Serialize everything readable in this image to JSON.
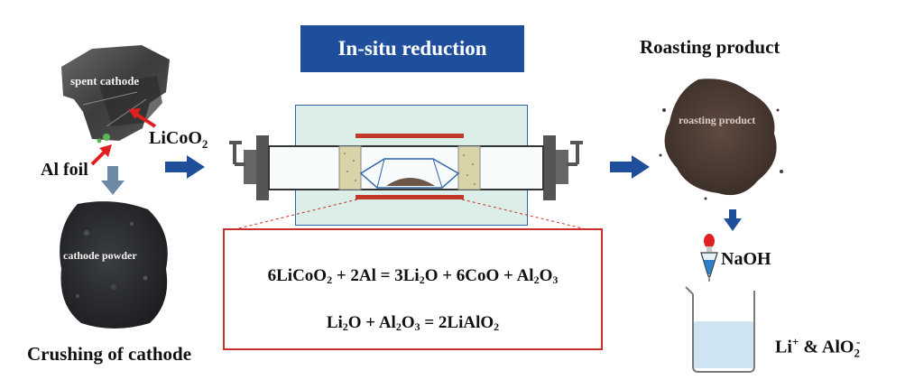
{
  "banner": {
    "title": "In-situ reduction"
  },
  "left": {
    "spent_cathode_photo_label": "spent cathode",
    "cathode_powder_photo_label": "cathode powder",
    "al_foil_label": "Al foil",
    "licoo2_label_main": "LiCoO",
    "licoo2_label_sub": "2",
    "caption": "Crushing of cathode"
  },
  "right": {
    "title": "Roasting product",
    "photo_label": "roasting product",
    "reagent": "NaOH",
    "ions_li": "Li",
    "ions_li_charge": "+",
    "ions_amp": " & AlO",
    "ions_alo_sub": "2",
    "ions_alo_charge": "-"
  },
  "reactions": {
    "eq1": {
      "p1": "6LiCoO",
      "s1": "2",
      "p2": " + 2Al = 3Li",
      "s2": "2",
      "p3": "O + 6CoO + Al",
      "s3": "2",
      "p4": "O",
      "s4": "3"
    },
    "eq2": {
      "p1": "Li",
      "s1": "2",
      "p2": "O + Al",
      "s2": "2",
      "p3": "O",
      "s3": "3",
      "p4": " = 2LiAlO",
      "s4": "2"
    }
  },
  "colors": {
    "accent_blue": "#1f4f9a",
    "arrow_blue": "#1f4f9a",
    "reaction_border": "#c9302c",
    "furnace_fill": "#dceee8",
    "liquid": "#cfe4f2"
  }
}
